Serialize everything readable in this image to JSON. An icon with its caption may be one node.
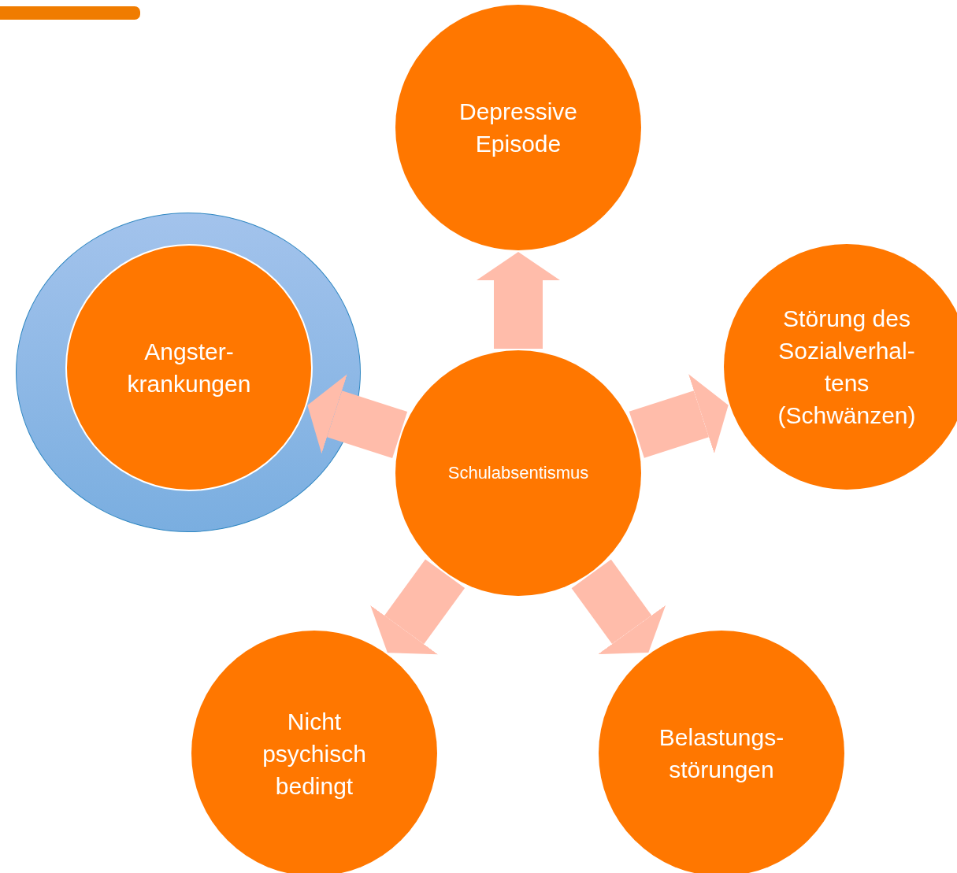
{
  "diagram": {
    "nodes": [
      {
        "text": [
          "Depressive Episode"
        ]
      },
      {
        "text": [],
        "shape": "circle"
      },
      {
        "text": [
          "Angster- krankungen"
        ],
        "in": 1
      },
      {
        "text": [
          "Störung des Sozialverhal- tens (Schwänzen)"
        ]
      },
      {
        "text": [
          "Schulabsentismus"
        ]
      },
      {
        "text": [
          "Nicht psychisch bedingt"
        ]
      },
      {
        "text": [
          "Belastungs- störungen"
        ]
      }
    ],
    "edges": [
      {
        "from": 4,
        "to": 0,
        "arrow": "to"
      },
      {
        "from": 4,
        "to": 2,
        "arrow": "to"
      },
      {
        "from": 4,
        "to": 3,
        "arrow": "to"
      },
      {
        "from": 4,
        "to": 5,
        "arrow": "to"
      },
      {
        "from": 4,
        "to": 6,
        "arrow": "to"
      }
    ]
  }
}
